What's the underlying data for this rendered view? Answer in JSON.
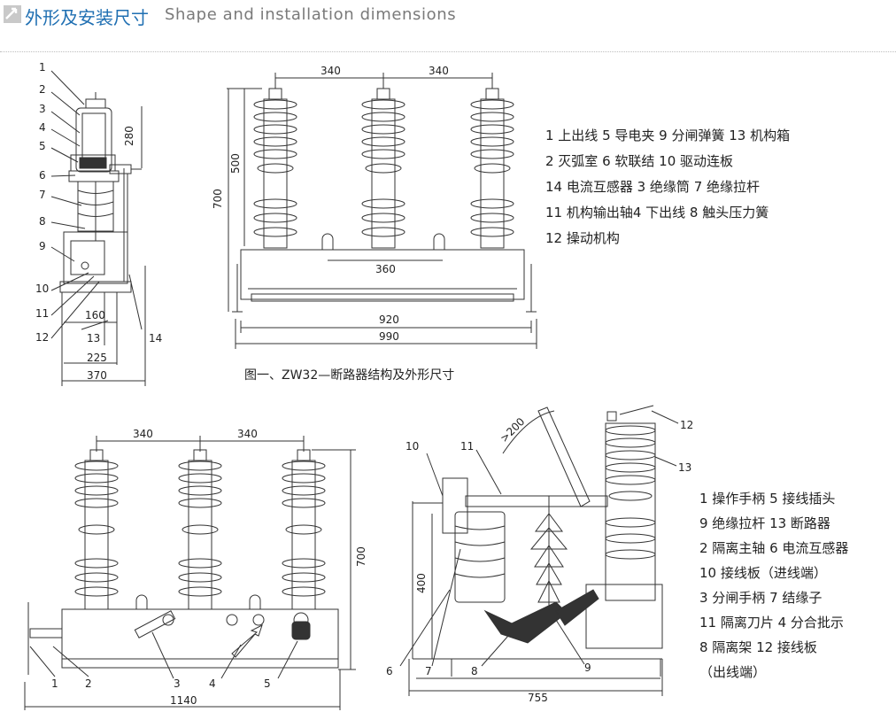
{
  "header": {
    "title_cn": "外形及安装尺寸",
    "title_en": "Shape and installation dimensions",
    "logo_icon": "arrow-corner-icon"
  },
  "colors": {
    "accent": "#1f6fb2",
    "line": "#333333"
  },
  "figure1": {
    "caption": "图一、ZW32—断路器结构及外形尺寸",
    "side_callouts": [
      "1",
      "2",
      "3",
      "4",
      "5",
      "6",
      "7",
      "8",
      "9",
      "10",
      "11",
      "12",
      "13",
      "14"
    ],
    "side_dims": {
      "h280": "280",
      "w160": "160",
      "w225": "225",
      "w370": "370",
      "w13": "13"
    },
    "front_dims": {
      "top_left": "340",
      "top_right": "340",
      "h500": "500",
      "h700": "700",
      "w360": "360",
      "w920": "920",
      "w990": "990"
    },
    "legend": [
      "1 上出线   5 导电夹     9 分闸弹簧    13 机构箱",
      "2 灭弧室   6 软联结     10 驱动连板",
      "14 电流互感器  3 绝缘筒   7 绝缘拉杆",
      "11 机构输出轴4 下出线   8 触头压力簧",
      "12 操动机构"
    ]
  },
  "figure2": {
    "front_dims": {
      "top_left": "340",
      "top_right": "340",
      "h700": "700",
      "w1140": "1140"
    },
    "front_callouts": [
      "1",
      "2",
      "3",
      "4",
      "5"
    ],
    "side_callouts": [
      "10",
      "11",
      "12",
      "13",
      "6",
      "7",
      "8",
      "9"
    ],
    "side_dims": {
      "h400": "400",
      "w755": "755",
      "angle": ">200"
    },
    "legend": [
      "1 操作手柄  5 接线插头",
      "9 绝缘拉杆   13 断路器",
      "2 隔离主轴  6 电流互感器",
      "10 接线板（进线端）",
      "3 分闸手柄  7 结缘子",
      "11 隔离刀片 4 分合批示",
      "8 隔离架  12 接线板",
      "（出线端）"
    ]
  }
}
